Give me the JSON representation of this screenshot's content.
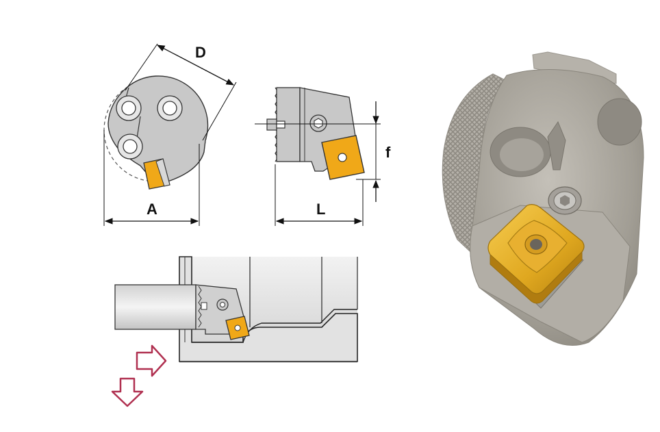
{
  "dimensions": {
    "diameter_label": "D",
    "width_label": "A",
    "length_label": "L",
    "offset_label": "f"
  },
  "colors": {
    "insert_gold": "#f0a818",
    "holder_gray": "#c8c8c8",
    "feed_arrow": "#b03050",
    "render_body": "#a8a49c"
  },
  "views": [
    {
      "name": "end-view",
      "icon": "cartridge-end-view"
    },
    {
      "name": "side-view",
      "icon": "cartridge-side-view"
    },
    {
      "name": "machining-view",
      "icon": "boring-operation"
    },
    {
      "name": "render-view",
      "icon": "cartridge-3d-render"
    }
  ],
  "feed_directions": [
    "axial-feed-arrow",
    "radial-feed-arrow"
  ]
}
